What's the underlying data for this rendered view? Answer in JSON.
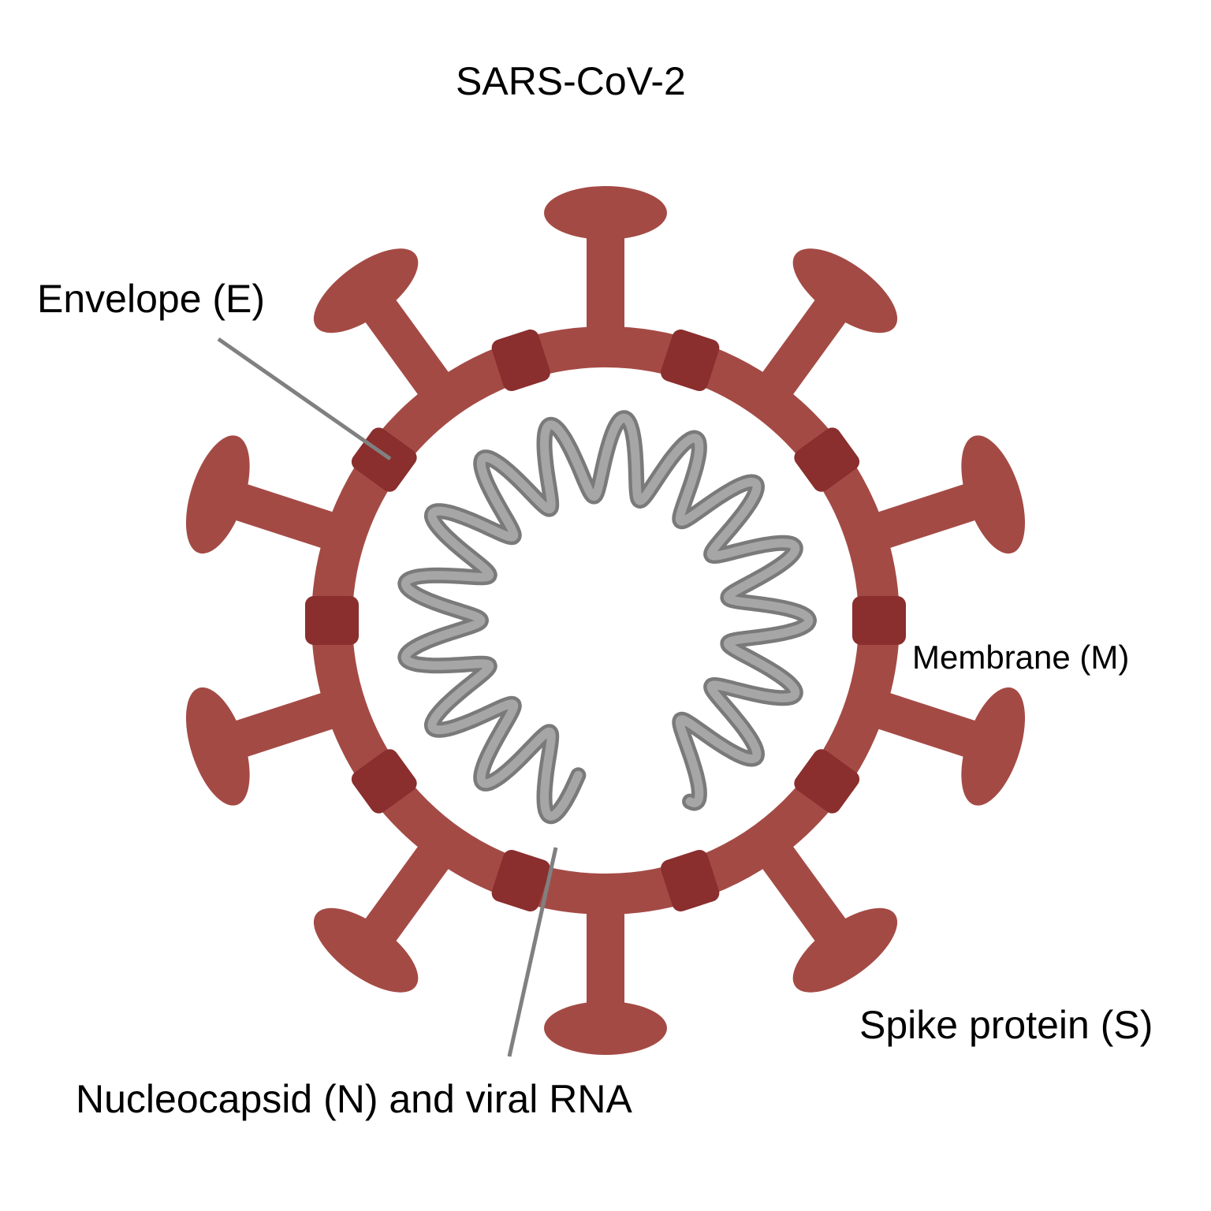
{
  "title": "SARS-CoV-2",
  "labels": {
    "envelope": "Envelope (E)",
    "membrane": "Membrane (M)",
    "spike": "Spike protein (S)",
    "nucleocapsid": "Nucleocapsid (N) and viral RNA"
  },
  "colors": {
    "envelope": "#a44a45",
    "membrane_protein": "#8a2e2e",
    "rna_fill": "#a6a6a6",
    "rna_outline": "#7a7a7a",
    "leader_line": "#808080",
    "text": "#000000",
    "background": "#ffffff"
  },
  "counts": {
    "spikes": 10,
    "membrane_proteins": 10
  }
}
